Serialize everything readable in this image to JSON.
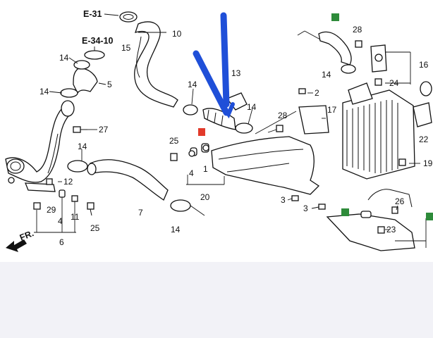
{
  "diagram": {
    "reference_labels": [
      "E-31",
      "E-34-10"
    ],
    "part_numbers": {
      "p1": "1",
      "p2": "2",
      "p3a": "3",
      "p3b": "3",
      "p4a": "4",
      "p4b": "4",
      "p5": "5",
      "p6": "6",
      "p7": "7",
      "p10": "10",
      "p11": "11",
      "p12": "12",
      "p13": "13",
      "p14a": "14",
      "p14b": "14",
      "p14c": "14",
      "p14d": "14",
      "p14e": "14",
      "p14f": "14",
      "p14g": "14",
      "p15": "15",
      "p16": "16",
      "p17": "17",
      "p19": "19",
      "p20": "20",
      "p22": "22",
      "p23": "23",
      "p24": "24",
      "p25a": "25",
      "p25b": "25",
      "p26": "26",
      "p27": "27",
      "p28a": "28",
      "p28b": "28",
      "p29": "29"
    },
    "front_indicator": "FR.",
    "colors": {
      "arrow": "#1f4fd8",
      "green_marker": "#2e8b3a",
      "red_marker": "#e23a2a",
      "line": "#111111"
    }
  }
}
